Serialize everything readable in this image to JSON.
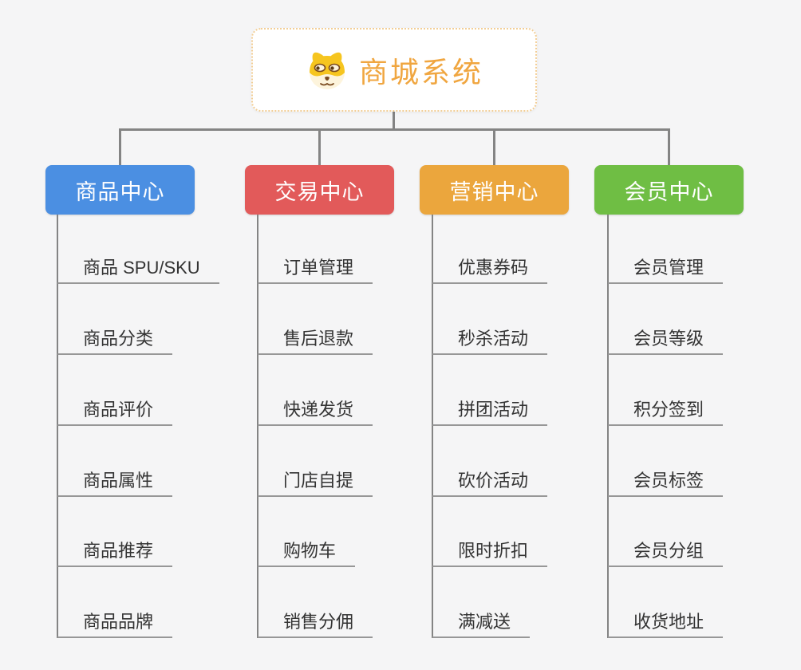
{
  "root": {
    "title": "商城系统",
    "icon": "dog-face-icon"
  },
  "branches": [
    {
      "id": "product-center",
      "label": "商品中心",
      "color": "#4B8FE2",
      "items": [
        "商品 SPU/SKU",
        "商品分类",
        "商品评价",
        "商品属性",
        "商品推荐",
        "商品品牌"
      ]
    },
    {
      "id": "trade-center",
      "label": "交易中心",
      "color": "#E25A5A",
      "items": [
        "订单管理",
        "售后退款",
        "快递发货",
        "门店自提",
        "购物车",
        "销售分佣"
      ]
    },
    {
      "id": "marketing-center",
      "label": "营销中心",
      "color": "#EBA63D",
      "items": [
        "优惠券码",
        "秒杀活动",
        "拼团活动",
        "砍价活动",
        "限时折扣",
        "满减送"
      ]
    },
    {
      "id": "member-center",
      "label": "会员中心",
      "color": "#6FBE44",
      "items": [
        "会员管理",
        "会员等级",
        "积分签到",
        "会员标签",
        "会员分组",
        "收货地址"
      ]
    }
  ],
  "colors": {
    "background": "#F5F5F6",
    "connector": "#848484",
    "leaf_underline": "#979797",
    "leaf_text": "#333333",
    "root_border": "#F2CE96",
    "root_title": "#F0A640"
  }
}
